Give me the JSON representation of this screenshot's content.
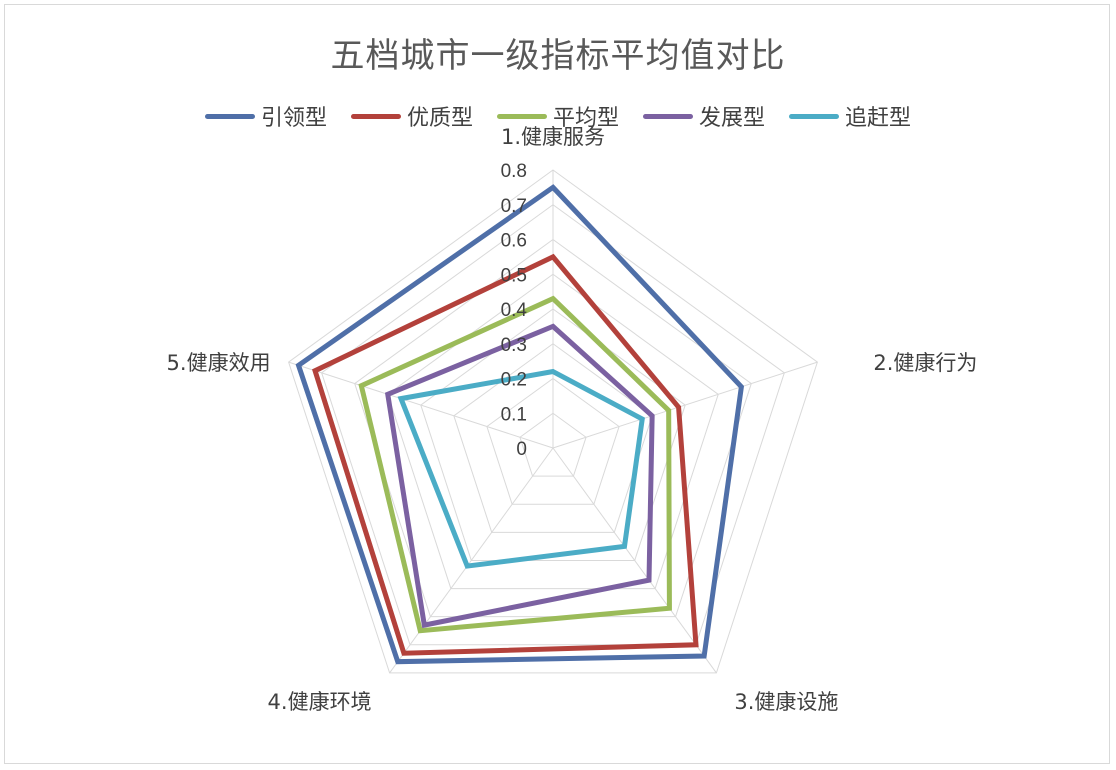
{
  "chart_data": {
    "type": "radar",
    "title": "五档城市一级指标平均值对比",
    "categories": [
      "1.健康服务",
      "2.健康行为",
      "3.健康设施",
      "4.健康环境",
      "5.健康效用"
    ],
    "rlim": [
      0,
      0.8
    ],
    "ticks": [
      "0",
      "0.1",
      "0.2",
      "0.3",
      "0.4",
      "0.5",
      "0.6",
      "0.7",
      "0.8"
    ],
    "grid": true,
    "legend_position": "top",
    "series": [
      {
        "name": "引领型",
        "color": "#4F6FA8",
        "values": [
          0.75,
          0.57,
          0.74,
          0.76,
          0.77
        ]
      },
      {
        "name": "优质型",
        "color": "#B3413B",
        "values": [
          0.55,
          0.38,
          0.7,
          0.73,
          0.72
        ]
      },
      {
        "name": "平均型",
        "color": "#9BBB59",
        "values": [
          0.43,
          0.35,
          0.57,
          0.65,
          0.58
        ]
      },
      {
        "name": "发展型",
        "color": "#7B61A1",
        "values": [
          0.35,
          0.3,
          0.47,
          0.63,
          0.5
        ]
      },
      {
        "name": "追赶型",
        "color": "#4BACC6",
        "values": [
          0.22,
          0.27,
          0.35,
          0.42,
          0.46
        ]
      }
    ]
  }
}
